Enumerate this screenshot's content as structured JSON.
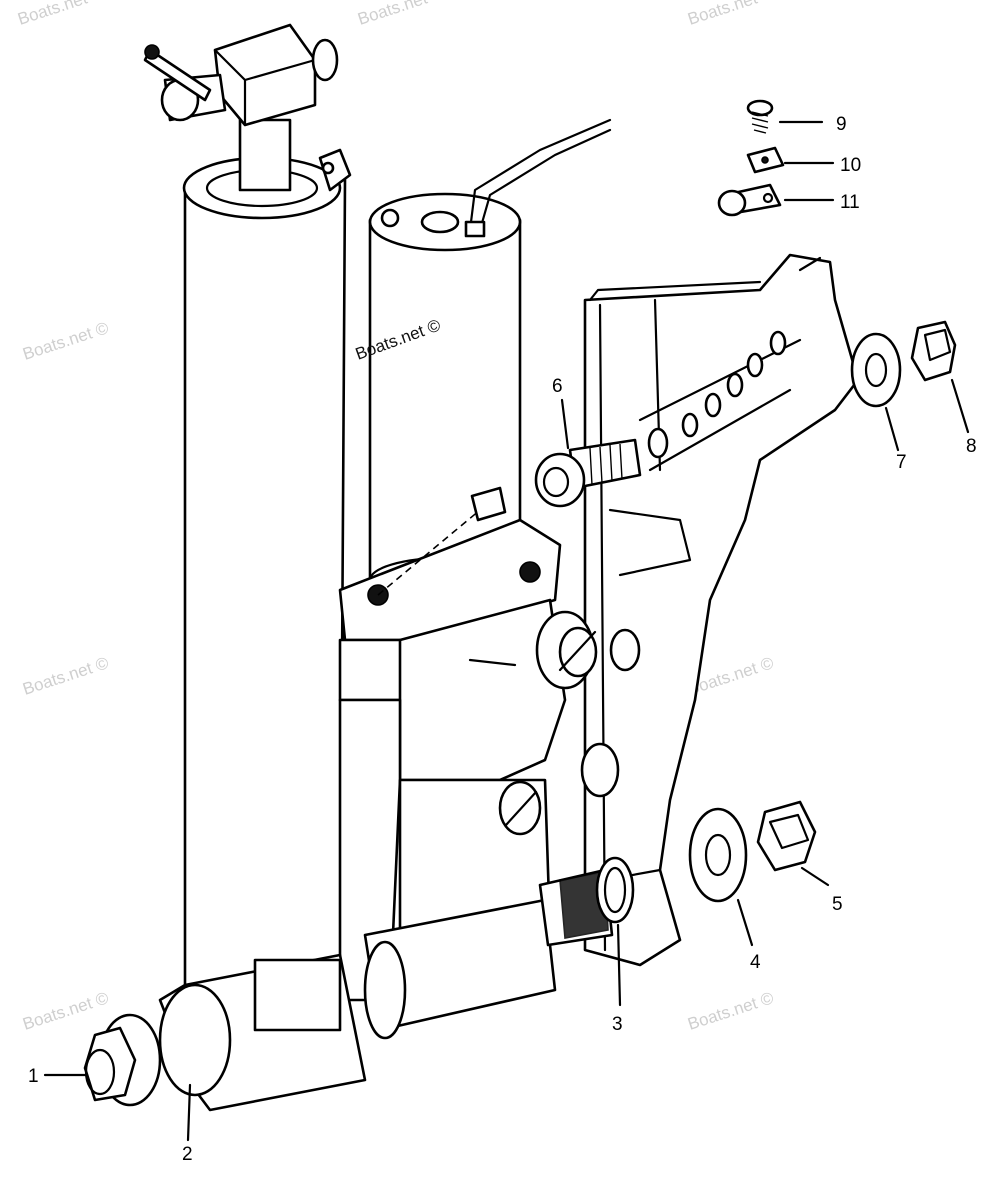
{
  "watermark": {
    "text": "Boats.net ©",
    "center_text": "Boats.net ©"
  },
  "callouts": [
    {
      "id": "1",
      "label": "1"
    },
    {
      "id": "2",
      "label": "2"
    },
    {
      "id": "3",
      "label": "3"
    },
    {
      "id": "4",
      "label": "4"
    },
    {
      "id": "5",
      "label": "5"
    },
    {
      "id": "6",
      "label": "6"
    },
    {
      "id": "7",
      "label": "7"
    },
    {
      "id": "8",
      "label": "8"
    },
    {
      "id": "9",
      "label": "9"
    },
    {
      "id": "10",
      "label": "10"
    },
    {
      "id": "11",
      "label": "11"
    }
  ],
  "colors": {
    "line": "#000000",
    "background": "#ffffff",
    "watermark": "#cfcfcf"
  }
}
